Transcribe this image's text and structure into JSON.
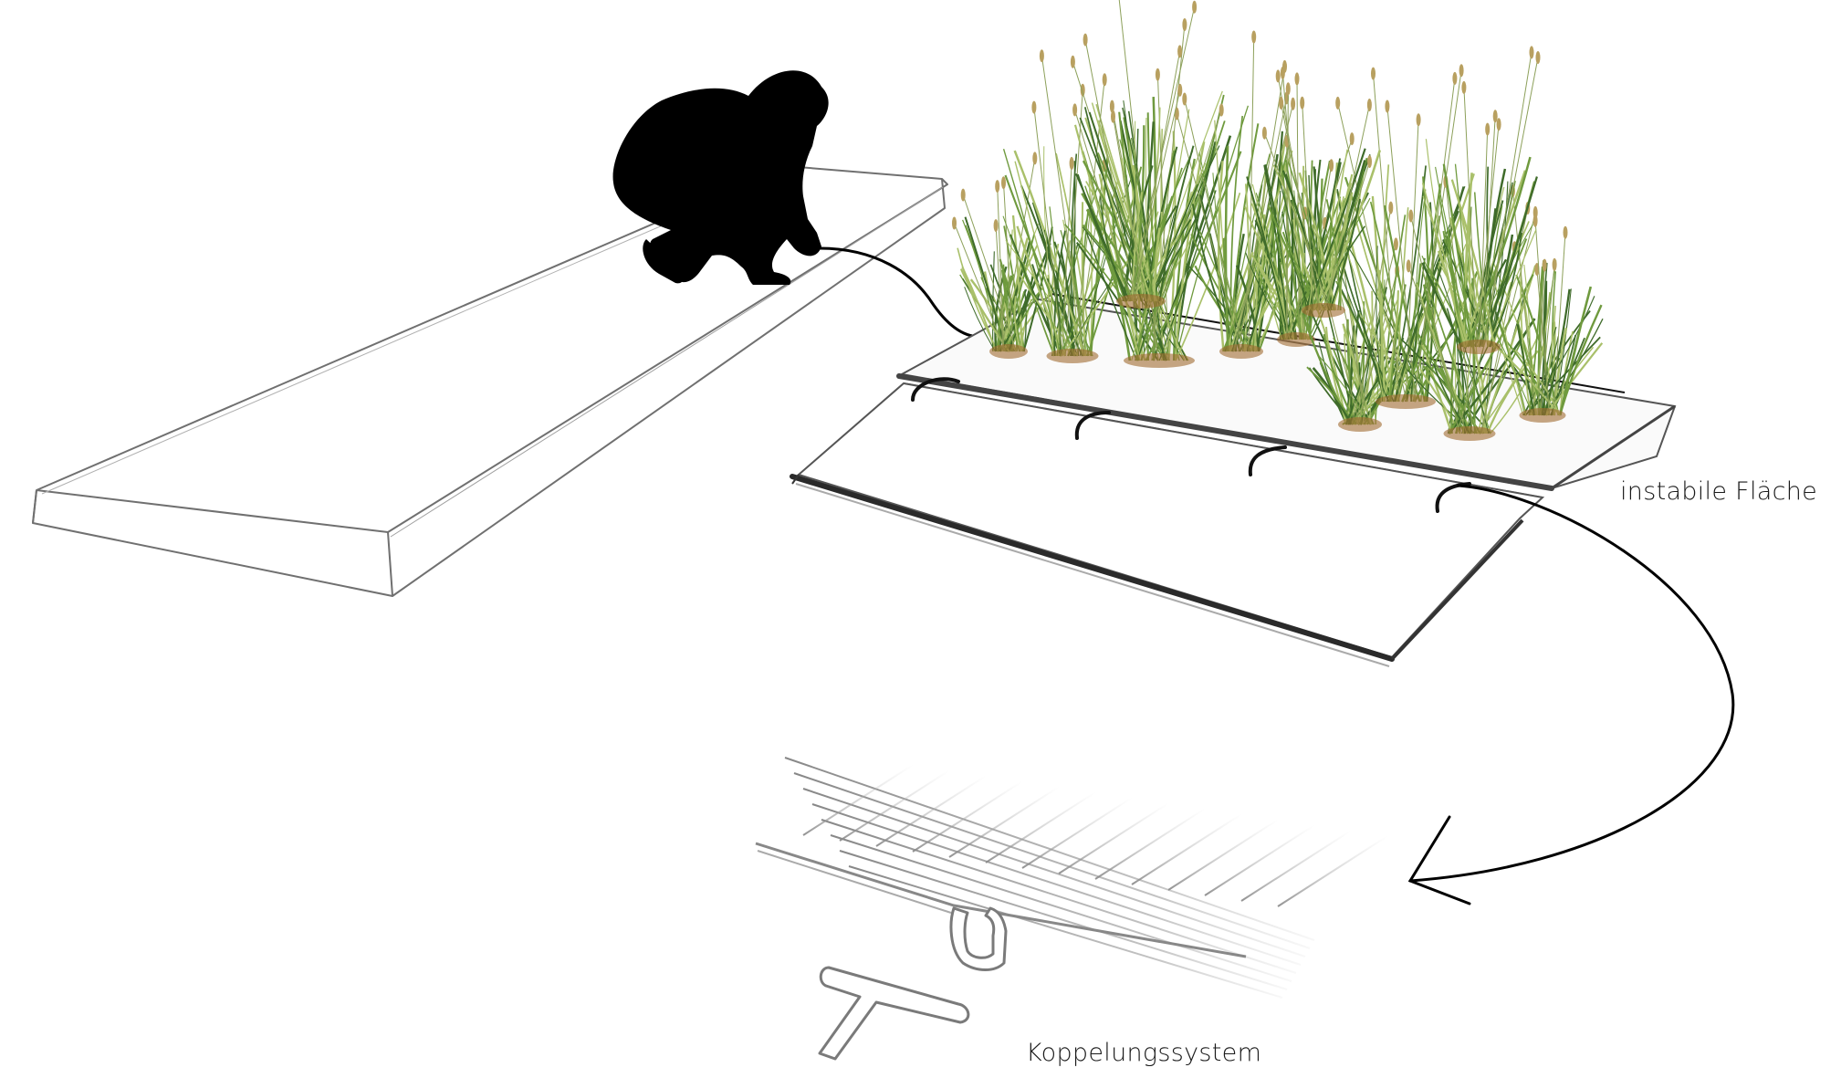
{
  "labels": {
    "unstable_surface": "instabile Fläche",
    "coupling_system": "Koppelungssystem"
  },
  "colors": {
    "sketch_line": "#6e6e6e",
    "silhouette": "#000000",
    "grass_dark": "#3f6b2a",
    "grass_mid": "#6f9a3e",
    "grass_light": "#a9c06a",
    "seed_heads": "#b8a060",
    "grid_line": "#9a9a9a"
  },
  "icons": {
    "person": "crouching-person-silhouette",
    "plants": "ornamental-grass-clumps",
    "arrow": "curved-arrow"
  }
}
